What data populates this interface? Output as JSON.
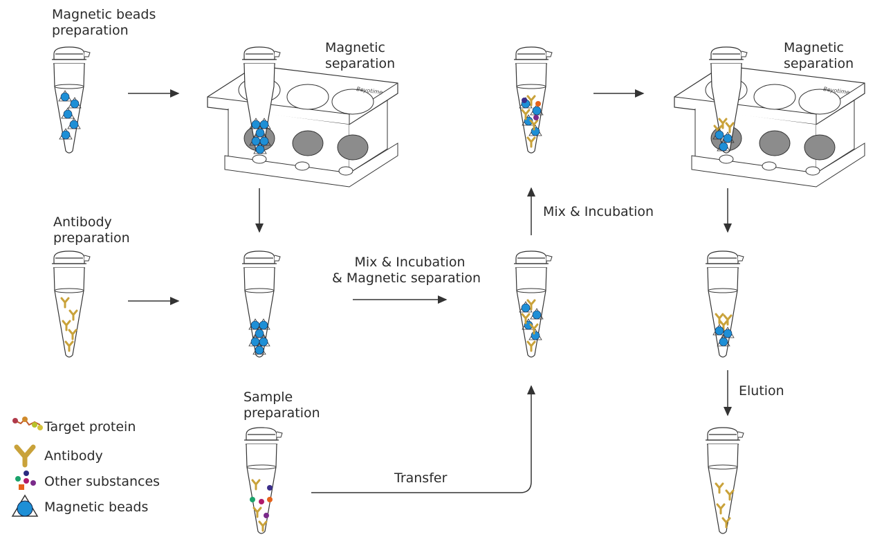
{
  "labels": {
    "beads_prep": [
      "Magnetic beads",
      "preparation"
    ],
    "mag_sep_1": [
      "Magnetic",
      "separation"
    ],
    "mag_sep_2": [
      "Magnetic",
      "separation"
    ],
    "antibody_prep": [
      "Antibody",
      "preparation"
    ],
    "sample_prep": [
      "Sample",
      "preparation"
    ],
    "mix_incubation_sep": [
      "Mix & Incubation",
      "& Magnetic separation"
    ],
    "mix_incubation": "Mix & Incubation",
    "elution": "Elution",
    "transfer": "Transfer",
    "rack_brand": "Beyotime"
  },
  "legend": [
    {
      "icon": "target-protein-icon",
      "label": "Target protein"
    },
    {
      "icon": "antibody-icon",
      "label": "Antibody"
    },
    {
      "icon": "other-substances-icon",
      "label": "Other substances"
    },
    {
      "icon": "magnetic-bead-icon",
      "label": "Magnetic beads"
    }
  ],
  "colors": {
    "bead": "#1e8fd6",
    "antibody": "#c9a23a",
    "rack_hole": "#8c8c8c",
    "line": "#333333"
  }
}
